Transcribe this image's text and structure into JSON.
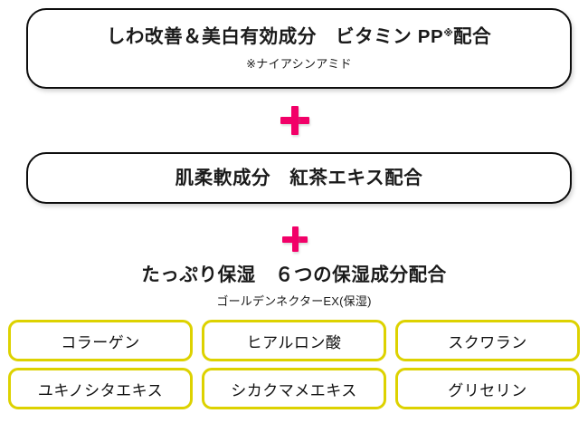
{
  "colors": {
    "plus_pink": "#f20068",
    "ingredient_border_yellow": "#ddd200",
    "banner_border": "#0d0d0d",
    "text": "#111111",
    "background": "#ffffff"
  },
  "banners": {
    "vitamin": {
      "title_main": "しわ改善＆美白有効成分　ビタミン PP",
      "title_sup": "※",
      "title_tail": "配合",
      "subtitle": "※ナイアシンアミド"
    },
    "tea": {
      "title": "肌柔軟成分　紅茶エキス配合"
    }
  },
  "connectors": {
    "plus_1": "+",
    "plus_2": "+"
  },
  "moisture": {
    "title": "たっぷり保湿　６つの保湿成分配合",
    "subtitle": "ゴールデンネクターEX(保湿)"
  },
  "ingredients": [
    {
      "label": "コラーゲン"
    },
    {
      "label": "ヒアルロン酸"
    },
    {
      "label": "スクワラン"
    },
    {
      "label": "ユキノシタエキス"
    },
    {
      "label": "シカクマメエキス"
    },
    {
      "label": "グリセリン"
    }
  ]
}
